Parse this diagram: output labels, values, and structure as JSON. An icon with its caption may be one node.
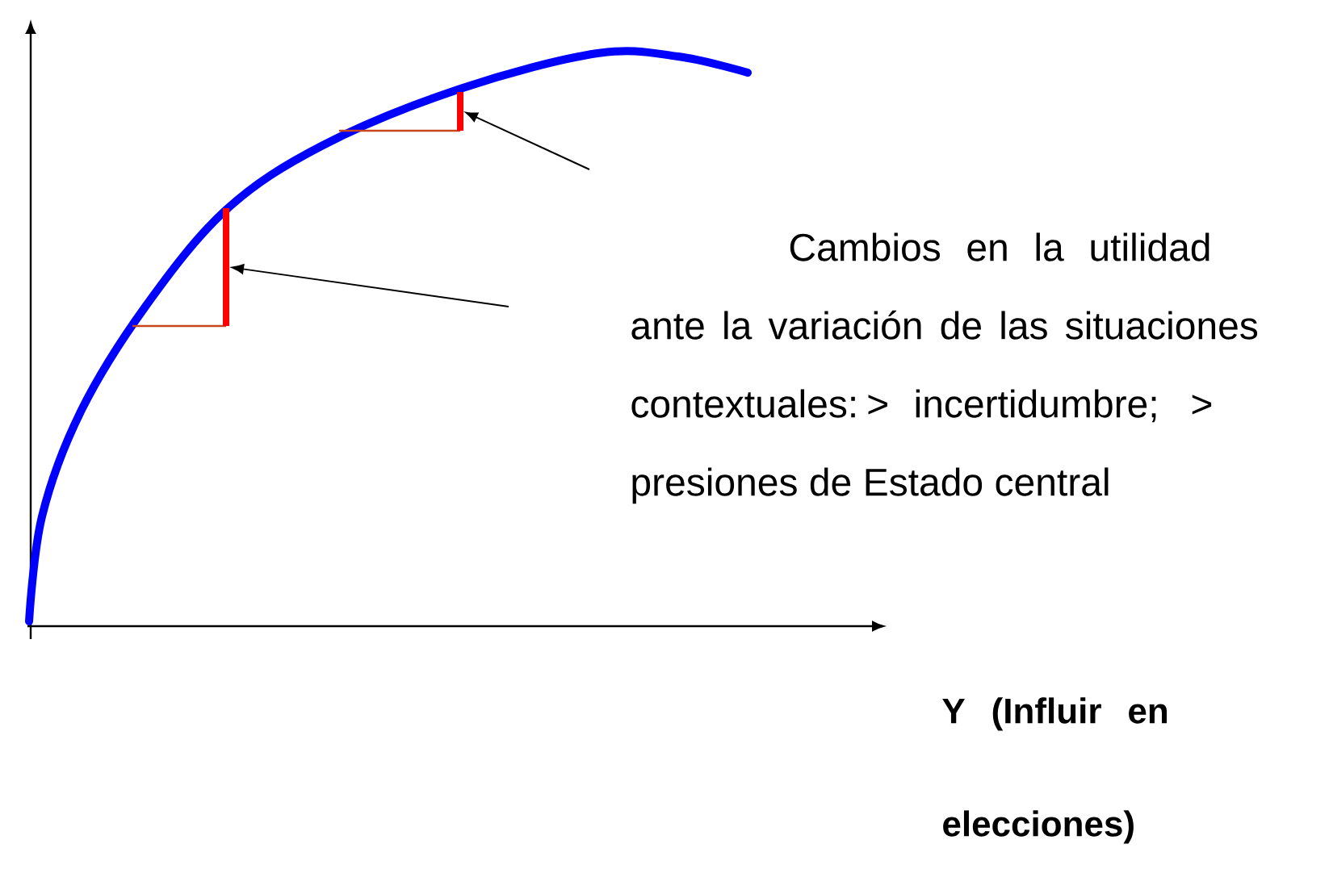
{
  "diagram": {
    "nodes": [
      {
        "text": [],
        "shape": "bar"
      },
      {
        "text": [],
        "shape": "bar"
      }
    ],
    "edges": [
      {
        "from": null,
        "to": 0,
        "arrow": "to"
      },
      {
        "from": null,
        "to": 1,
        "arrow": "to"
      }
    ],
    "labels": [
      "Cambios en la utilidad ante la variación de las situaciones contextuales: > incertidumbre; > presiones de Estado central",
      "Y (Influir en elecciones)"
    ]
  }
}
